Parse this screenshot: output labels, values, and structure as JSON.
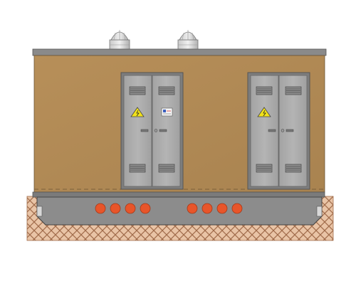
{
  "drawing": {
    "subject": "prefabricated-substation-front-elevation",
    "colors": {
      "walls": "#b08a55",
      "roof": "#8a8a8a",
      "door_panel": "#a9a9a9",
      "door_frame": "#6e6e6e",
      "base": "#8c8c8c",
      "lights": "#e8552a",
      "warning": "#f2e21a",
      "ground": "#e9c4a6",
      "hatch": "#a06b4a"
    },
    "vents_on_roof": 2,
    "door_units": 2,
    "lights_per_group": 4,
    "light_groups": 2
  }
}
